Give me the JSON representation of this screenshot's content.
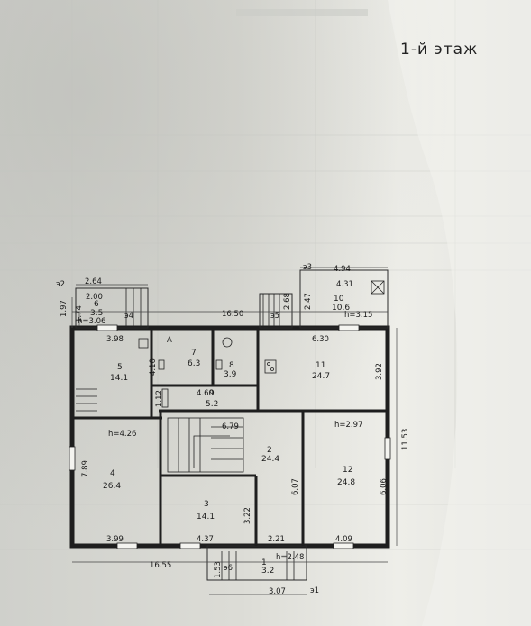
{
  "floor_title": "1-й этаж",
  "dimensions": {
    "top_total": "16.50",
    "bottom_total": "16.55",
    "right_total": "11.53",
    "porch_width_top": "2.64",
    "porch_side_197": "1.97",
    "porch_side_174": "1.74",
    "porch_inner_200": "2.00",
    "stair_top_268": "2.68",
    "stair_top_247": "2.47",
    "annex_width": "4.94",
    "annex_inner": "4.31",
    "room5_width": "3.98",
    "room5_depth": "4.10",
    "room9_width": "4.60",
    "room9_depth": "1.12",
    "room2_width": "6.79",
    "room2_depth": "6.07",
    "room11_width": "6.30",
    "room11_depth": "3.92",
    "room4_depth": "7.89",
    "room4_width": "3.99",
    "room3_width": "4.37",
    "room3_depth": "3.22",
    "room12_depth": "6.06",
    "room12_width": "4.09",
    "entry_width": "2.21",
    "entry_depth": "1.53",
    "entry_bottom": "3.07"
  },
  "heights": {
    "h_porch": "h=3.06",
    "h_annex": "h=3.15",
    "h_main": "h=4.26",
    "h_room12": "h=2.97",
    "h_entry": "h=2.48"
  },
  "marks": {
    "e1": "э1",
    "e2": "э2",
    "e3": "э3",
    "e4": "э4",
    "e5": "э5",
    "e6": "э6",
    "A": "А",
    "zero": "0"
  },
  "rooms": [
    {
      "num": "1",
      "area": "3.2"
    },
    {
      "num": "2",
      "area": "24.4"
    },
    {
      "num": "3",
      "area": "14.1"
    },
    {
      "num": "4",
      "area": "26.4"
    },
    {
      "num": "5",
      "area": "14.1"
    },
    {
      "num": "6",
      "area": "3.5"
    },
    {
      "num": "7",
      "area": "6.3"
    },
    {
      "num": "8",
      "area": "3.9"
    },
    {
      "num": "9",
      "area": "5.2"
    },
    {
      "num": "10",
      "area": "10.6"
    },
    {
      "num": "11",
      "area": "24.7"
    },
    {
      "num": "12",
      "area": "24.8"
    }
  ]
}
